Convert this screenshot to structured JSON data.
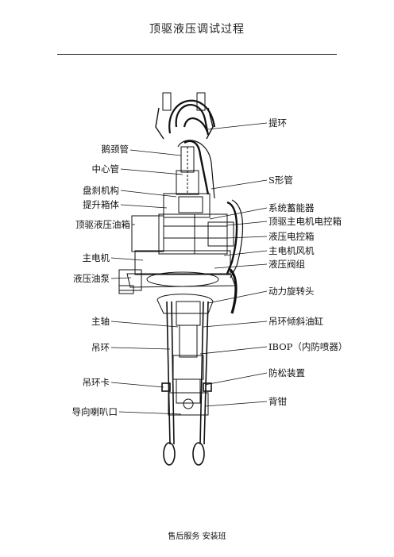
{
  "header": {
    "title": "顶驱液压调试过程"
  },
  "footer": {
    "text": "售后服务 安装班"
  },
  "labels": {
    "left": [
      "鹅颈管",
      "中心管",
      "盘刹机构",
      "提升箱体",
      "顶驱液压油箱",
      "主电机",
      "液压油泵",
      "主轴",
      "吊环",
      "吊环卡",
      "导向喇叭口"
    ],
    "right": [
      "提环",
      "S形管",
      "系统蓄能器",
      "顶驱主电机电控箱",
      "液压电控箱",
      "主电机风机",
      "液压阀组",
      "动力旋转头",
      "吊环倾斜油缸",
      "IBOP（内防喷器）",
      "防松装置",
      "背钳"
    ]
  },
  "colors": {
    "line": "#111111",
    "fill": "#ffffff"
  }
}
